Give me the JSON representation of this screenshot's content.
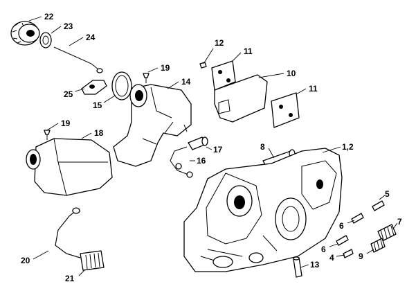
{
  "callouts": [
    {
      "id": "c22",
      "label": "22"
    },
    {
      "id": "c23",
      "label": "23"
    },
    {
      "id": "c24",
      "label": "24"
    },
    {
      "id": "c25",
      "label": "25"
    },
    {
      "id": "c15",
      "label": "15"
    },
    {
      "id": "c19a",
      "label": "19"
    },
    {
      "id": "c14",
      "label": "14"
    },
    {
      "id": "c12",
      "label": "12"
    },
    {
      "id": "c11a",
      "label": "11"
    },
    {
      "id": "c10",
      "label": "10"
    },
    {
      "id": "c11b",
      "label": "11"
    },
    {
      "id": "c19b",
      "label": "19"
    },
    {
      "id": "c18",
      "label": "18"
    },
    {
      "id": "c17",
      "label": "17"
    },
    {
      "id": "c16",
      "label": "16"
    },
    {
      "id": "c8",
      "label": "8"
    },
    {
      "id": "c1_2",
      "label": "1,2"
    },
    {
      "id": "c5",
      "label": "5"
    },
    {
      "id": "c6a",
      "label": "6"
    },
    {
      "id": "c7",
      "label": "7"
    },
    {
      "id": "c6b",
      "label": "6"
    },
    {
      "id": "c4",
      "label": "4"
    },
    {
      "id": "c9",
      "label": "9"
    },
    {
      "id": "c13",
      "label": "13"
    },
    {
      "id": "c20",
      "label": "20"
    },
    {
      "id": "c21",
      "label": "21"
    }
  ]
}
